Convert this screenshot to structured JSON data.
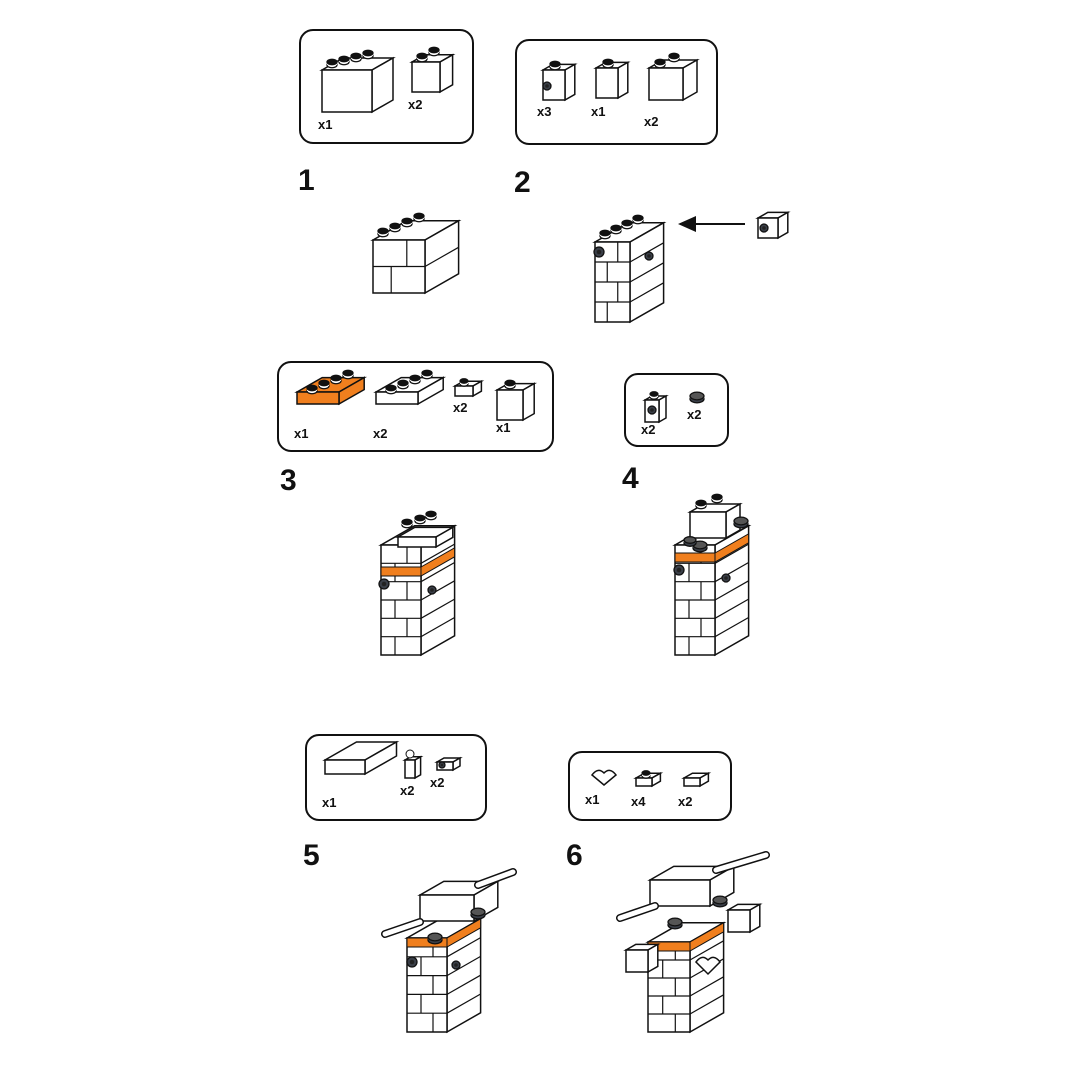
{
  "colors": {
    "outline": "#111111",
    "brick": "#ffffff",
    "accent": "#f07f1e",
    "stud_dark": "#3a3f48"
  },
  "steps": [
    {
      "number": "1",
      "parts": [
        "x1",
        "x2"
      ]
    },
    {
      "number": "2",
      "parts": [
        "x3",
        "x1",
        "x2"
      ]
    },
    {
      "number": "3",
      "parts": [
        "x1",
        "x2",
        "x2",
        "x1"
      ]
    },
    {
      "number": "4",
      "parts": [
        "x2",
        "x2"
      ]
    },
    {
      "number": "5",
      "parts": [
        "x1",
        "x2",
        "x2"
      ]
    },
    {
      "number": "6",
      "parts": [
        "x1",
        "x4",
        "x2"
      ]
    }
  ]
}
